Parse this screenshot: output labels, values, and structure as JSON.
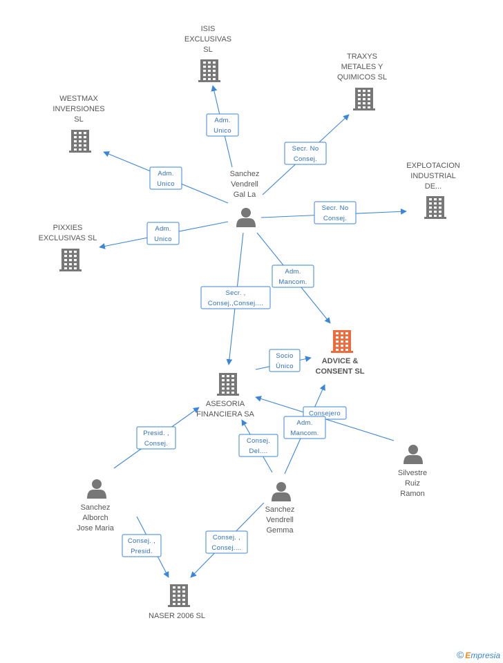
{
  "colors": {
    "edge": "#3a86d8",
    "building": "#777777",
    "main_building": "#f06b3b",
    "person": "#777777"
  },
  "nodes": [
    {
      "id": "isis",
      "kind": "company",
      "lines": [
        "ISIS",
        "EXCLUSIVAS",
        "SL"
      ]
    },
    {
      "id": "traxys",
      "kind": "company",
      "lines": [
        "TRAXYS",
        "METALES Y",
        "QUIMICOS SL"
      ]
    },
    {
      "id": "westmax",
      "kind": "company",
      "lines": [
        "WESTMAX",
        "INVERSIONES",
        "SL"
      ]
    },
    {
      "id": "explotacion",
      "kind": "company",
      "lines": [
        "EXPLOTACION",
        "INDUSTRIAL",
        "DE..."
      ]
    },
    {
      "id": "pixxies",
      "kind": "company",
      "lines": [
        "PIXXIES",
        "EXCLUSIVAS SL"
      ]
    },
    {
      "id": "advice",
      "kind": "main-company",
      "lines": [
        "ADVICE &",
        "CONSENT SL"
      ]
    },
    {
      "id": "asesoria",
      "kind": "company",
      "lines": [
        "ASESORIA",
        "FINANCIERA SA"
      ]
    },
    {
      "id": "naser",
      "kind": "company",
      "lines": [
        "NASER 2006  SL"
      ]
    },
    {
      "id": "sanchez_gal",
      "kind": "person",
      "lines": [
        "Sanchez",
        "Vendrell",
        "Gal La"
      ]
    },
    {
      "id": "sanchez_alborch",
      "kind": "person",
      "lines": [
        "Sanchez",
        "Alborch",
        "Jose Maria"
      ]
    },
    {
      "id": "sanchez_gemma",
      "kind": "person",
      "lines": [
        "Sanchez",
        "Vendrell",
        "Gemma"
      ]
    },
    {
      "id": "silvestre",
      "kind": "person",
      "lines": [
        "Silvestre",
        "Ruiz",
        "Ramon"
      ]
    }
  ],
  "edges": [
    {
      "id": "e-isis",
      "lines": [
        "Adm.",
        "Unico"
      ]
    },
    {
      "id": "e-traxys",
      "lines": [
        "Secr.  No",
        "Consej."
      ]
    },
    {
      "id": "e-westmax",
      "lines": [
        "Adm.",
        "Unico"
      ]
    },
    {
      "id": "e-explotacion",
      "lines": [
        "Secr.  No",
        "Consej."
      ]
    },
    {
      "id": "e-pixxies",
      "lines": [
        "Adm.",
        "Unico"
      ]
    },
    {
      "id": "e-gal-advice",
      "lines": [
        "Adm.",
        "Mancom."
      ]
    },
    {
      "id": "e-gal-asesoria",
      "lines": [
        "Secr. ,",
        "Consej.,Consej...."
      ]
    },
    {
      "id": "e-asesoria-advice",
      "lines": [
        "Socio",
        "Único"
      ]
    },
    {
      "id": "e-silvestre-asesoria",
      "lines": [
        "Consejero"
      ]
    },
    {
      "id": "e-gemma-advice",
      "lines": [
        "Adm.",
        "Mancom."
      ]
    },
    {
      "id": "e-gemma-asesoria",
      "lines": [
        "Consej.",
        "Del...."
      ]
    },
    {
      "id": "e-alborch-asesoria",
      "lines": [
        "Presid. ,",
        "Consej."
      ]
    },
    {
      "id": "e-alborch-naser",
      "lines": [
        "Consej. ,",
        "Presid."
      ]
    },
    {
      "id": "e-gemma-naser",
      "lines": [
        "Consej. ,",
        "Consej...."
      ]
    }
  ],
  "watermark": {
    "symbol": "©",
    "brand_first": "E",
    "brand_rest": "mpresia"
  }
}
